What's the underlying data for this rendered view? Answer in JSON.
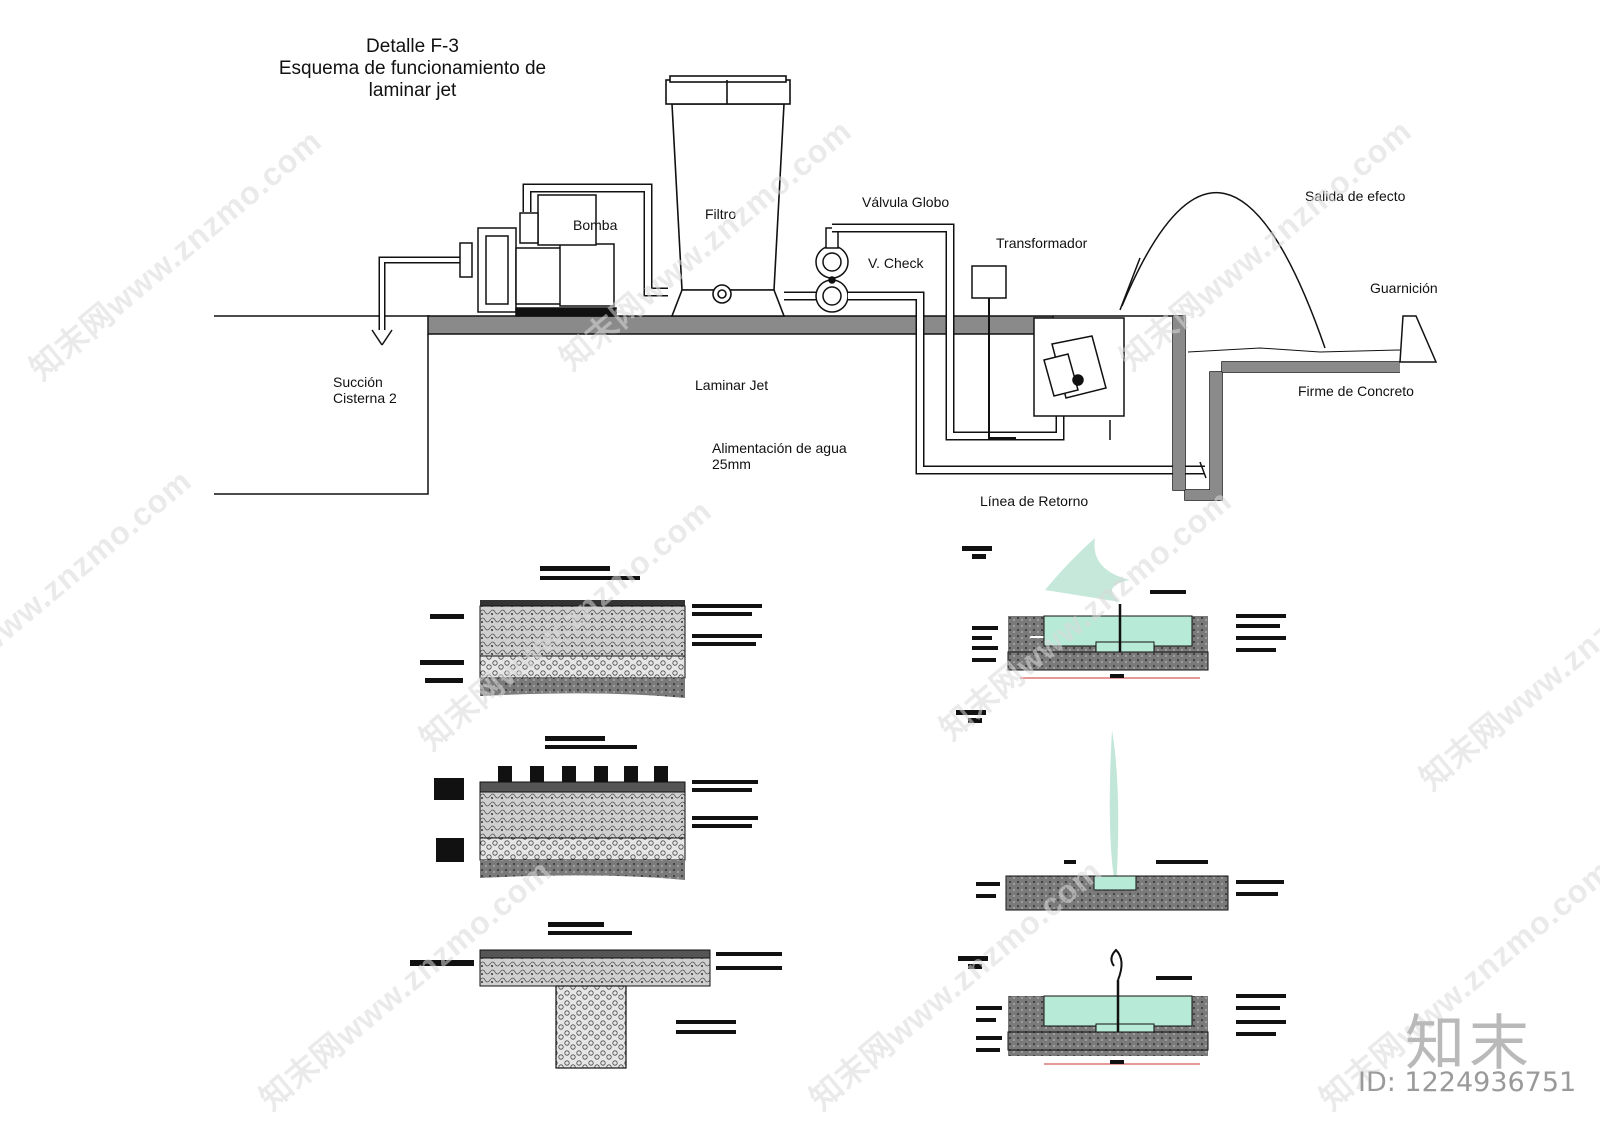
{
  "title": {
    "line1": "Detalle F-3",
    "line2": "Esquema de funcionamiento de",
    "line3": "laminar jet"
  },
  "labels": {
    "bomba": "Bomba",
    "filtro": "Filtro",
    "valvula_globo": "Válvula Globo",
    "v_check": "V. Check",
    "transformador": "Transformador",
    "salida_efecto": "Salida de efecto",
    "guarnicion": "Guarnición",
    "succion_line1": "Succión",
    "succion_line2": "Cisterna 2",
    "laminar_jet": "Laminar Jet",
    "alimentacion_line1": "Alimentación de agua",
    "alimentacion_line2": "25mm",
    "firme_concreto": "Firme de Concreto",
    "linea_retorno": "Línea de Retorno"
  },
  "watermark": {
    "text": "知末网www.znzmo.com",
    "logo": "知末",
    "id": "ID: 1224936751"
  },
  "colors": {
    "line": "#111111",
    "slab": "#8a8a8a",
    "water": "#b8ead8",
    "spray": "#a8dcc8",
    "watermark": "#d0d0d0",
    "dimension": "#cc3333"
  }
}
